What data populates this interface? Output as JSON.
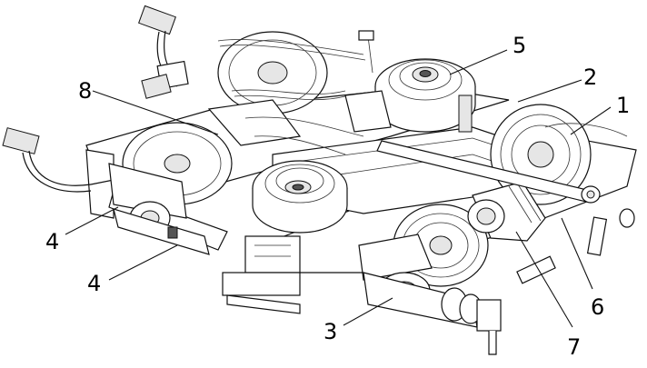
{
  "labels": [
    {
      "id": "1",
      "text": "1"
    },
    {
      "id": "2",
      "text": "2"
    },
    {
      "id": "3",
      "text": "3"
    },
    {
      "id": "4a",
      "text": "4"
    },
    {
      "id": "4b",
      "text": "4"
    },
    {
      "id": "5",
      "text": "5"
    },
    {
      "id": "6",
      "text": "6"
    },
    {
      "id": "7",
      "text": "7"
    },
    {
      "id": "8",
      "text": "8"
    }
  ],
  "colors": {
    "line": "#111111",
    "background": "#ffffff",
    "shade": "#e6e6e6"
  }
}
